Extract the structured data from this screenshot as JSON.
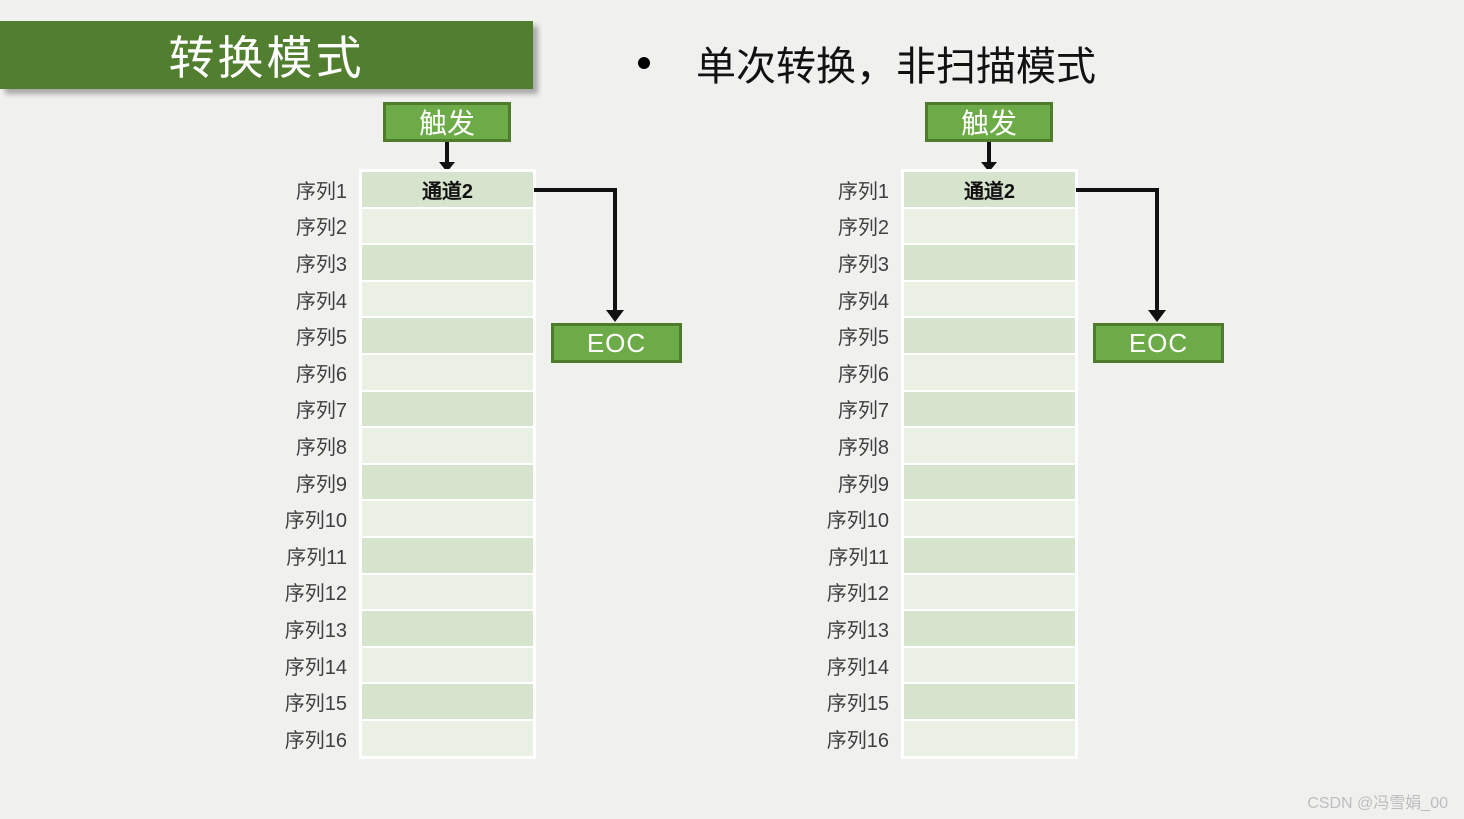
{
  "title": "转换模式",
  "bullet": "单次转换，非扫描模式",
  "watermark": "CSDN @冯雪娟_00",
  "colors": {
    "background": "#f0f0ef",
    "banner_green": "#527e30",
    "box_green": "#6cab47",
    "box_border_green": "#4e7c2a",
    "row_dark_green": "#d7e4cd",
    "row_light_green": "#eaf0e4",
    "arrow_black": "#111111",
    "label_gray": "#3f3f3f",
    "watermark_gray": "#bdbdbd"
  },
  "diagrams": [
    {
      "trigger_label": "触发",
      "eoc_label": "EOC",
      "channel_label": "通道2",
      "channel_row_index": 0,
      "sequence_labels": [
        "序列1",
        "序列2",
        "序列3",
        "序列4",
        "序列5",
        "序列6",
        "序列7",
        "序列8",
        "序列9",
        "序列10",
        "序列11",
        "序列12",
        "序列13",
        "序列14",
        "序列15",
        "序列16"
      ]
    },
    {
      "trigger_label": "触发",
      "eoc_label": "EOC",
      "channel_label": "通道2",
      "channel_row_index": 0,
      "sequence_labels": [
        "序列1",
        "序列2",
        "序列3",
        "序列4",
        "序列5",
        "序列6",
        "序列7",
        "序列8",
        "序列9",
        "序列10",
        "序列11",
        "序列12",
        "序列13",
        "序列14",
        "序列15",
        "序列16"
      ]
    }
  ]
}
